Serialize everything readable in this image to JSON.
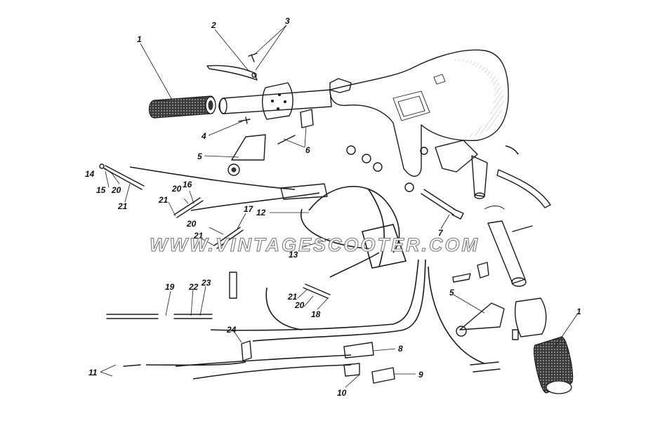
{
  "watermark": "WWW.VINTAGESCOOTER.COM",
  "callouts": [
    "1",
    "2",
    "3",
    "4",
    "5",
    "6",
    "7",
    "8",
    "9",
    "10",
    "11",
    "12",
    "13",
    "14",
    "15",
    "16",
    "17",
    "18",
    "19",
    "20",
    "21",
    "22",
    "23",
    "24"
  ]
}
